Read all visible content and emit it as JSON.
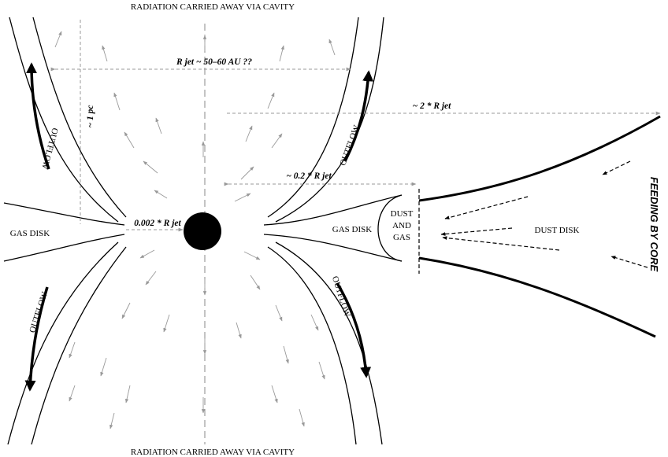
{
  "labels": {
    "top_radiation": "RADIATION CARRIED AWAY VIA CAVITY",
    "bottom_radiation": "RADIATION CARRIED AWAY VIA CAVITY",
    "r_jet": "R jet ~ 50–60 AU ??",
    "two_r_jet": "~ 2 * R jet",
    "point_two_r_jet": "~ 0.2 * R jet",
    "point_002_r_jet": "0.002 * R jet",
    "one_pc": "~ 1 pc",
    "gas_disk_left": "GAS DISK",
    "gas_disk_right": "GAS DISK",
    "dust_and_gas_1": "DUST",
    "dust_and_gas_2": "AND",
    "dust_and_gas_3": "GAS",
    "dust_disk": "DUST DISK",
    "feeding_by_core": "FEEDING BY CORE",
    "outflow_upper_left": "OUTFLOW",
    "outflow_upper_right": "OUTFLOW",
    "outflow_lower_left": "OUTFLOW",
    "outflow_lower_right": "OUTFLOW"
  },
  "colors": {
    "ink": "#000000",
    "guide": "#999999",
    "background": "#ffffff"
  },
  "icons": {
    "core": "black-hole-disc",
    "flow_arrows": "arrow-icon"
  }
}
